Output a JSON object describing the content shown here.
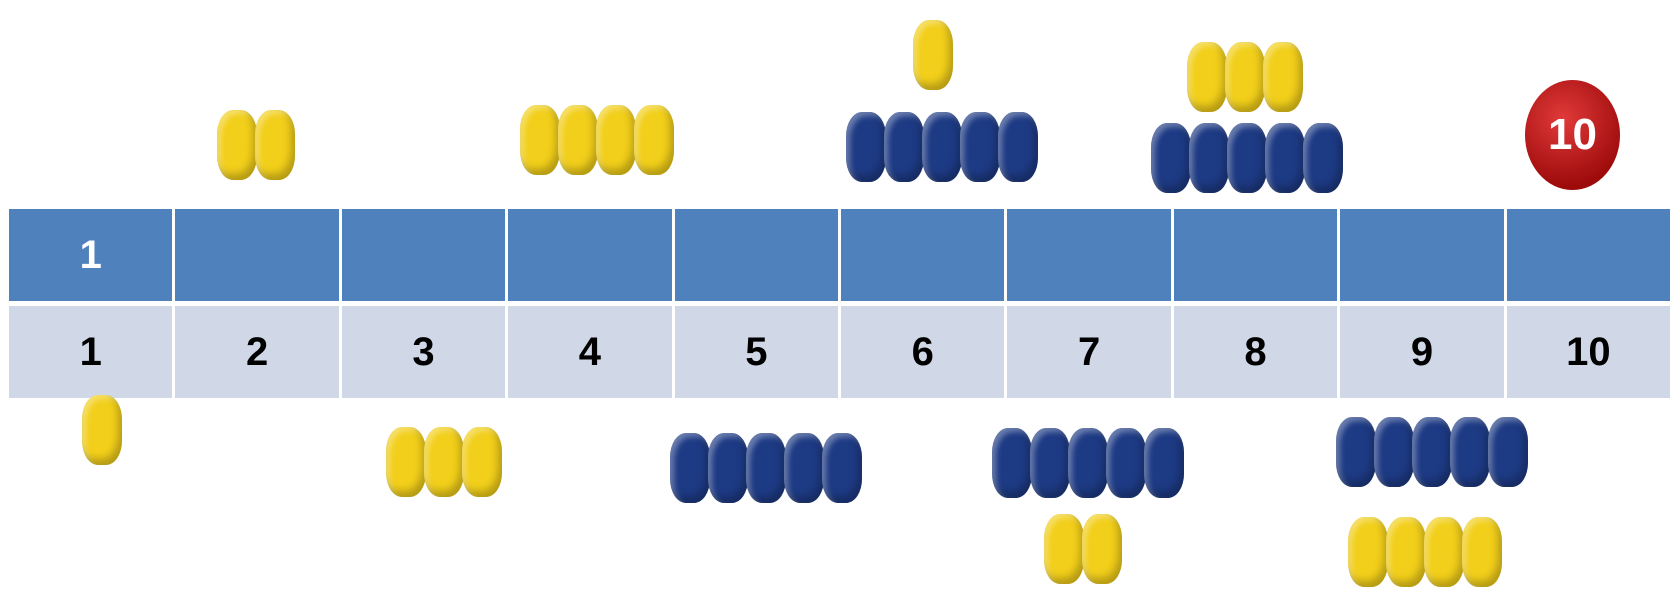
{
  "ten_ball_label": "10",
  "top_row": [
    "1",
    "",
    "",
    "",
    "",
    "",
    "",
    "",
    "",
    ""
  ],
  "bottom_row": [
    "1",
    "2",
    "3",
    "4",
    "5",
    "6",
    "7",
    "8",
    "9",
    "10"
  ],
  "colors": {
    "header_blue": "#4f81bd",
    "cell_light": "#d0d8e8",
    "bead_yellow": "#f2cf1a",
    "bead_blue": "#1d3a84",
    "ten_red": "#c01515"
  },
  "bead_groups": [
    {
      "number": 1,
      "yellow": 1,
      "blue": 0
    },
    {
      "number": 2,
      "yellow": 2,
      "blue": 0
    },
    {
      "number": 3,
      "yellow": 3,
      "blue": 0
    },
    {
      "number": 4,
      "yellow": 4,
      "blue": 0
    },
    {
      "number": 5,
      "yellow": 0,
      "blue": 5
    },
    {
      "number": 6,
      "yellow": 1,
      "blue": 5
    },
    {
      "number": 7,
      "yellow": 2,
      "blue": 5
    },
    {
      "number": 8,
      "yellow": 3,
      "blue": 5
    },
    {
      "number": 9,
      "yellow": 4,
      "blue": 5
    }
  ]
}
